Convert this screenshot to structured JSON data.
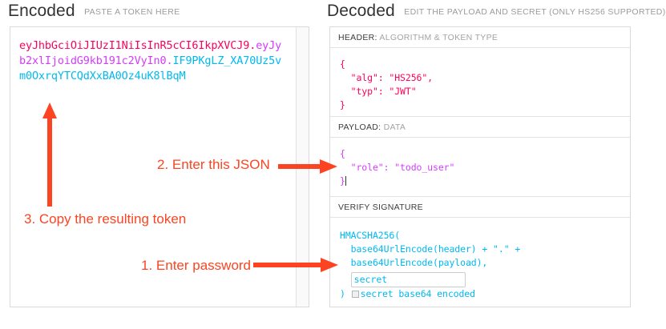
{
  "encoded": {
    "title": "Encoded",
    "subtitle": "PASTE A TOKEN HERE",
    "token": {
      "header": "eyJhbGciOiJIUzI1NiIsInR5cCI6IkpXVCJ9",
      "dot1": ".",
      "payload": "eyJyb2xlIjoidG9kb191c2VyIn0",
      "dot2": ".",
      "signature": "IF9PKgLZ_XA70Uz5vm0OxrqYTCQdXxBA0Oz4uK8lBqM"
    }
  },
  "decoded": {
    "title": "Decoded",
    "subtitle": "EDIT THE PAYLOAD AND SECRET (ONLY HS256 SUPPORTED)",
    "sections": {
      "header": {
        "label_strong": "HEADER:",
        "label_dim": " ALGORITHM & TOKEN TYPE",
        "body": "{\n  \"alg\": \"HS256\",\n  \"typ\": \"JWT\"\n}"
      },
      "payload": {
        "label_strong": "PAYLOAD:",
        "label_dim": " DATA",
        "body": "{\n  \"role\": \"todo_user\"\n}"
      },
      "signature": {
        "label_strong": "VERIFY SIGNATURE",
        "label_dim": "",
        "line1": "HMACSHA256(",
        "line2": "  base64UrlEncode(header) + \".\" +",
        "line3": "  base64UrlEncode(payload),",
        "secret_value": "secret",
        "secret_placeholder": "secret",
        "closing_paren": ")",
        "base64_label": "secret base64 encoded"
      }
    }
  },
  "annotations": {
    "step1": "1. Enter password",
    "step2": "2. Enter this JSON",
    "step3": "3. Copy the resulting token",
    "color": "#fc4422"
  },
  "colors": {
    "header_segment": "#fb015b",
    "payload_segment": "#d63aff",
    "signature_segment": "#00b9f1",
    "panel_border": "#dadada",
    "annotation": "#fc4422"
  }
}
